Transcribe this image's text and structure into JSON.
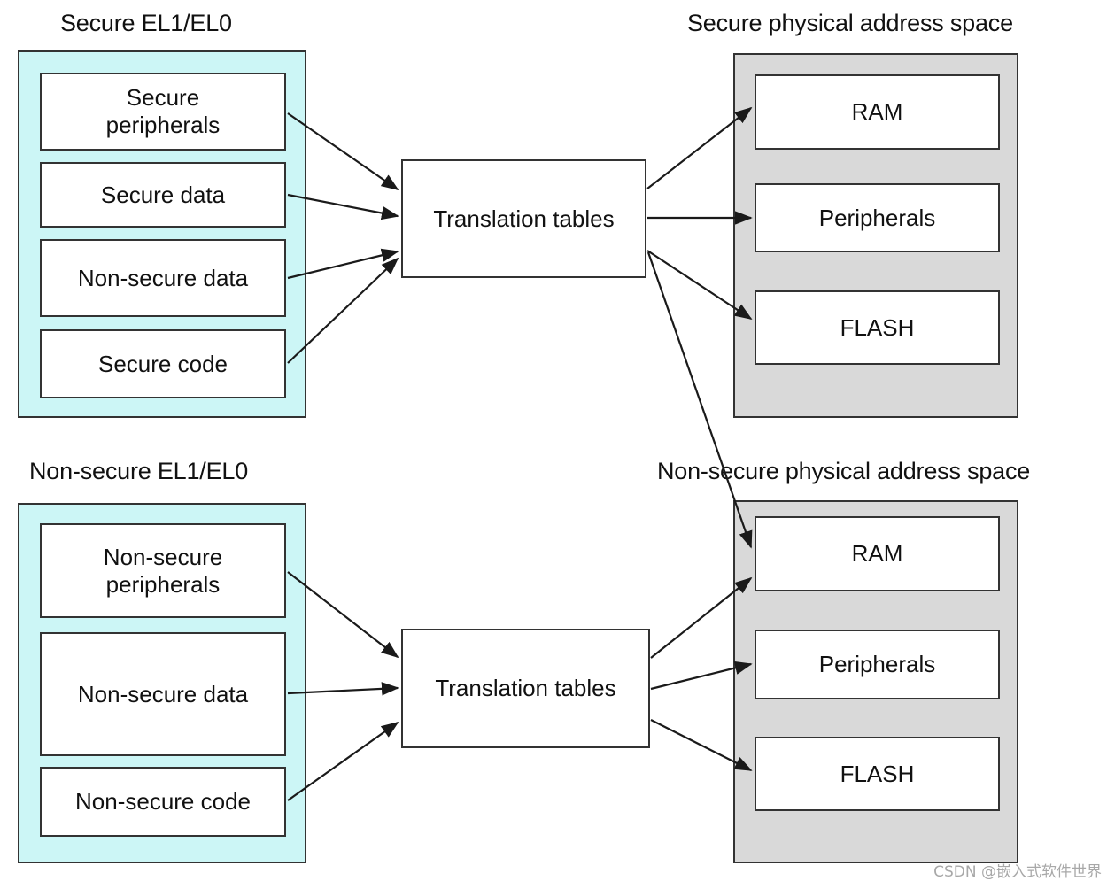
{
  "diagram": {
    "title_secure_world": "Secure EL1/EL0",
    "title_secure_phys": "Secure physical address space",
    "title_nonsecure_world": "Non-secure EL1/EL0",
    "title_nonsecure_phys": "Non-secure physical address space",
    "colors": {
      "world_fill": "#ccf6f6",
      "phys_fill": "#d9d9d9",
      "box_fill": "#ffffff",
      "stroke": "#333333",
      "text": "#111111",
      "watermark": "#9a9a9a"
    },
    "secure_world_boxes": [
      {
        "label": "Secure\nperipherals"
      },
      {
        "label": "Secure data"
      },
      {
        "label": "Non-secure data"
      },
      {
        "label": "Secure code"
      }
    ],
    "nonsecure_world_boxes": [
      {
        "label": "Non-secure\nperipherals"
      },
      {
        "label": "Non-secure data"
      },
      {
        "label": "Non-secure code"
      }
    ],
    "secure_phys_boxes": [
      {
        "label": "RAM"
      },
      {
        "label": "Peripherals"
      },
      {
        "label": "FLASH"
      }
    ],
    "nonsecure_phys_boxes": [
      {
        "label": "RAM"
      },
      {
        "label": "Peripherals"
      },
      {
        "label": "FLASH"
      }
    ],
    "translation_tables_top": "Translation tables",
    "translation_tables_bottom": "Translation tables",
    "watermark": "CSDN @嵌入式软件世界"
  }
}
